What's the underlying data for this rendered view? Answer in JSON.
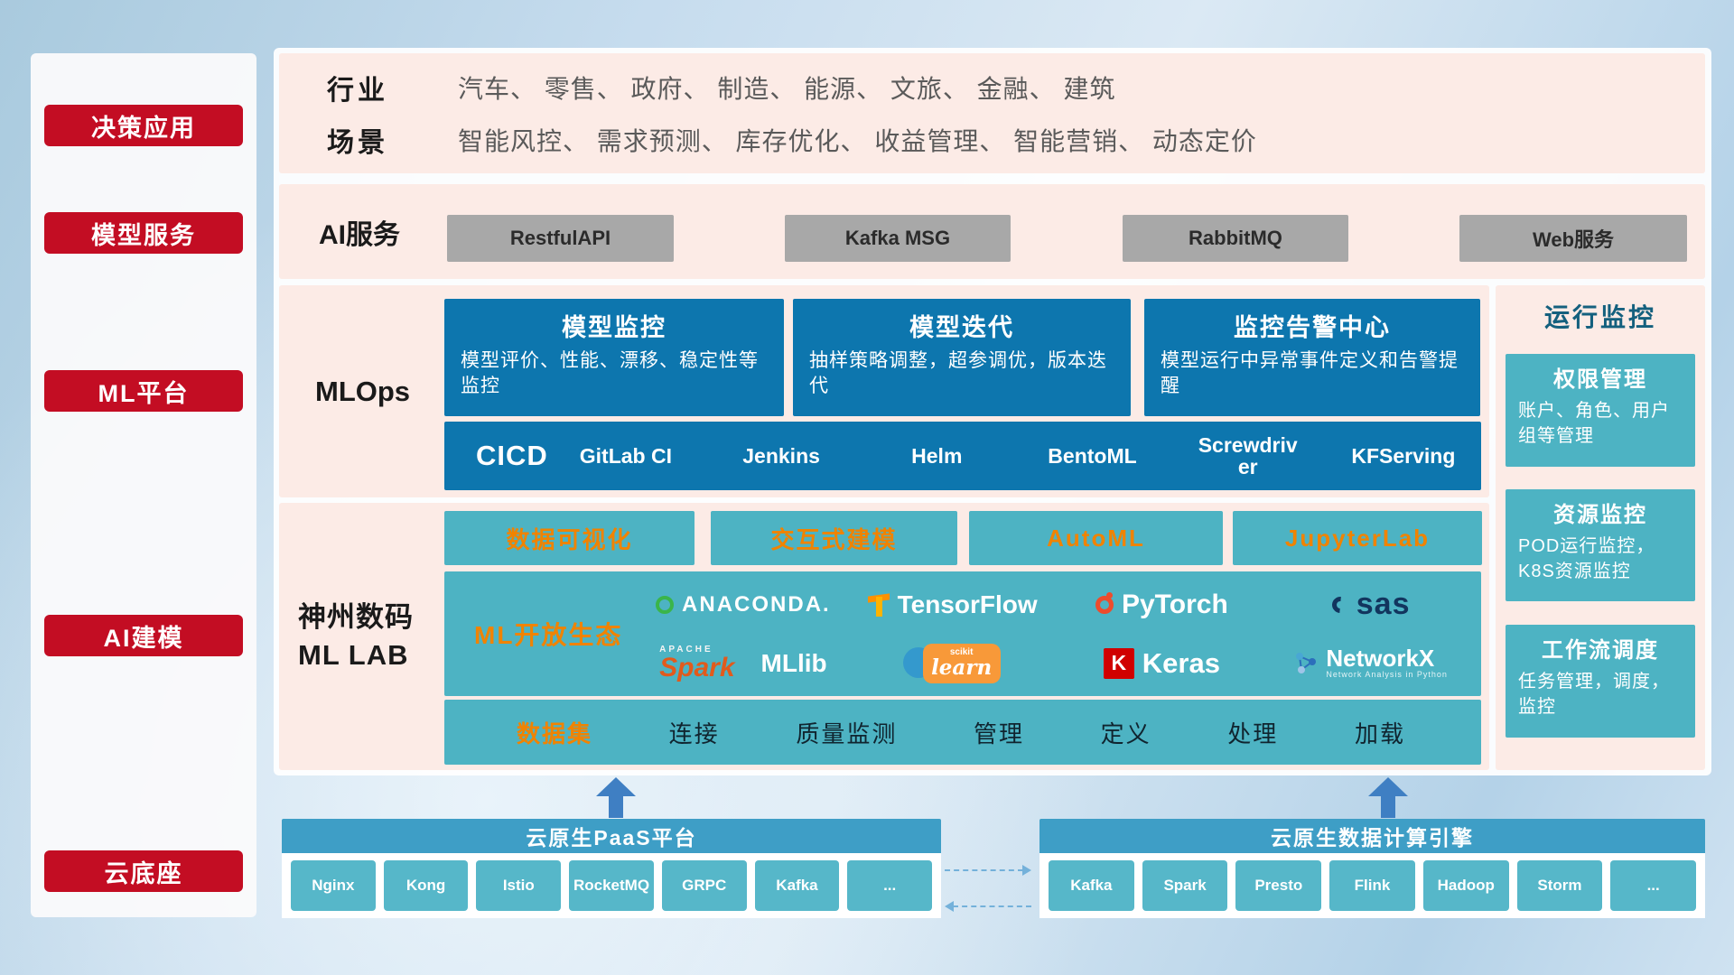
{
  "sidebar": {
    "items": [
      "决策应用",
      "模型服务",
      "ML平台",
      "AI建模",
      "云底座"
    ]
  },
  "industry": {
    "label": "行业",
    "value": "汽车、 零售、 政府、 制造、 能源、 文旅、 金融、 建筑"
  },
  "scene": {
    "label": "场景",
    "value": "智能风控、 需求预测、 库存优化、 收益管理、 智能营销、 动态定价"
  },
  "ai_service": {
    "label": "AI服务",
    "buttons": [
      "RestfulAPI",
      "Kafka MSG",
      "RabbitMQ",
      "Web服务"
    ]
  },
  "mlops": {
    "label": "MLOps",
    "cards": [
      {
        "title": "模型监控",
        "desc": "模型评价、性能、漂移、稳定性等监控"
      },
      {
        "title": "模型迭代",
        "desc": "抽样策略调整，超参调优，版本迭代"
      },
      {
        "title": "监控告警中心",
        "desc": "模型运行中异常事件定义和告警提醒"
      }
    ],
    "cicd_label": "CICD",
    "cicd_items": [
      "GitLab CI",
      "Jenkins",
      "Helm",
      "BentoML",
      "Screwdriver",
      "KFServing"
    ]
  },
  "mllab": {
    "label_line1": "神州数码",
    "label_line2": "ML LAB",
    "tools": [
      "数据可视化",
      "交互式建模",
      "AutoML",
      "JupyterLab"
    ],
    "eco_label": "ML开放生态",
    "logos": {
      "anaconda": "ANACONDA.",
      "tensorflow": "TensorFlow",
      "pytorch": "PyTorch",
      "sas": "sas",
      "spark_prefix": "APACHE",
      "spark": "Spark",
      "mllib": "MLlib",
      "scikit_top": "scikit",
      "scikit": "learn",
      "keras_k": "K",
      "keras": "Keras",
      "networkx": "NetworkX",
      "networkx_sub": "Network Analysis in Python"
    },
    "dataset_label": "数据集",
    "dataset_items": [
      "连接",
      "质量监测",
      "管理",
      "定义",
      "处理",
      "加载"
    ]
  },
  "monitor": {
    "title": "运行监控",
    "cards": [
      {
        "title": "权限管理",
        "desc": "账户、角色、用户组等管理"
      },
      {
        "title": "资源监控",
        "desc": "POD运行监控，K8S资源监控"
      },
      {
        "title": "工作流调度",
        "desc": "任务管理，调度，监控"
      }
    ]
  },
  "cloud": {
    "paas_title": "云原生PaaS平台",
    "paas_items": [
      "Nginx",
      "Kong",
      "Istio",
      "RocketMQ",
      "GRPC",
      "Kafka",
      "..."
    ],
    "engine_title": "云原生数据计算引擎",
    "engine_items": [
      "Kafka",
      "Spark",
      "Presto",
      "Flink",
      "Hadoop",
      "Storm",
      "..."
    ]
  },
  "colors": {
    "red": "#c30d23",
    "pink": "#fcebe6",
    "blue": "#0d76ae",
    "teal": "#4db3c3",
    "orange": "#f08300",
    "header_blue": "#3e9ec6",
    "button_teal": "#56b7c9",
    "gray_button": "#a8a8a8"
  }
}
